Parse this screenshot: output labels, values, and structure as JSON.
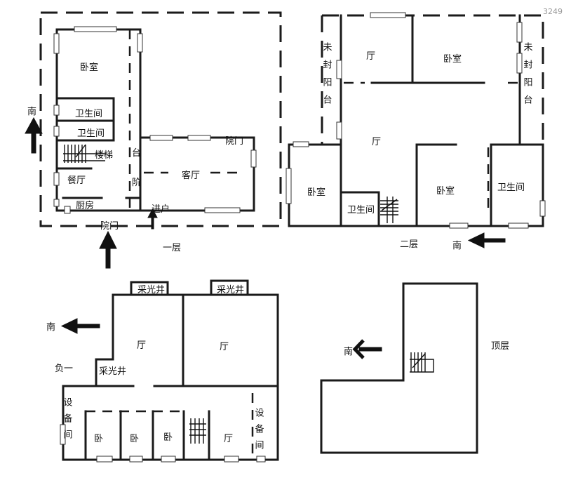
{
  "watermark": "3249",
  "floor1": {
    "level": "一层",
    "south": "南",
    "rooms": {
      "bedroom": "卧室",
      "bath1": "卫生间",
      "bath2": "卫生间",
      "stairs": "楼梯",
      "dining": "餐厅",
      "kitchen": "厨房",
      "terrace_a": "台",
      "terrace_b": "阶",
      "living": "客厅",
      "yard_gate_top": "院门",
      "entry": "进户",
      "yard_gate_bottom": "院门"
    }
  },
  "floor2": {
    "level": "二层",
    "south": "南",
    "rooms": {
      "balcony_left": "未封阳台",
      "hall_top": "厅",
      "bedroom_top": "卧室",
      "balcony_right": "未封阳台",
      "hall_mid": "厅",
      "bedroom_left": "卧室",
      "bath_small": "卫生间",
      "bedroom_mid": "卧室",
      "bath_right": "卫生间"
    }
  },
  "basement": {
    "level": "负一",
    "south": "南",
    "rooms": {
      "light_well_1": "采光井",
      "light_well_2": "采光井",
      "light_well_3": "采光井",
      "hall_a": "厅",
      "hall_b": "厅",
      "equip_left": "设备间",
      "bed1": "卧",
      "bed2": "卧",
      "bed3": "卧",
      "hall_c": "厅",
      "equip_right": "设备间"
    }
  },
  "roof": {
    "level": "顶层",
    "south": "南"
  }
}
